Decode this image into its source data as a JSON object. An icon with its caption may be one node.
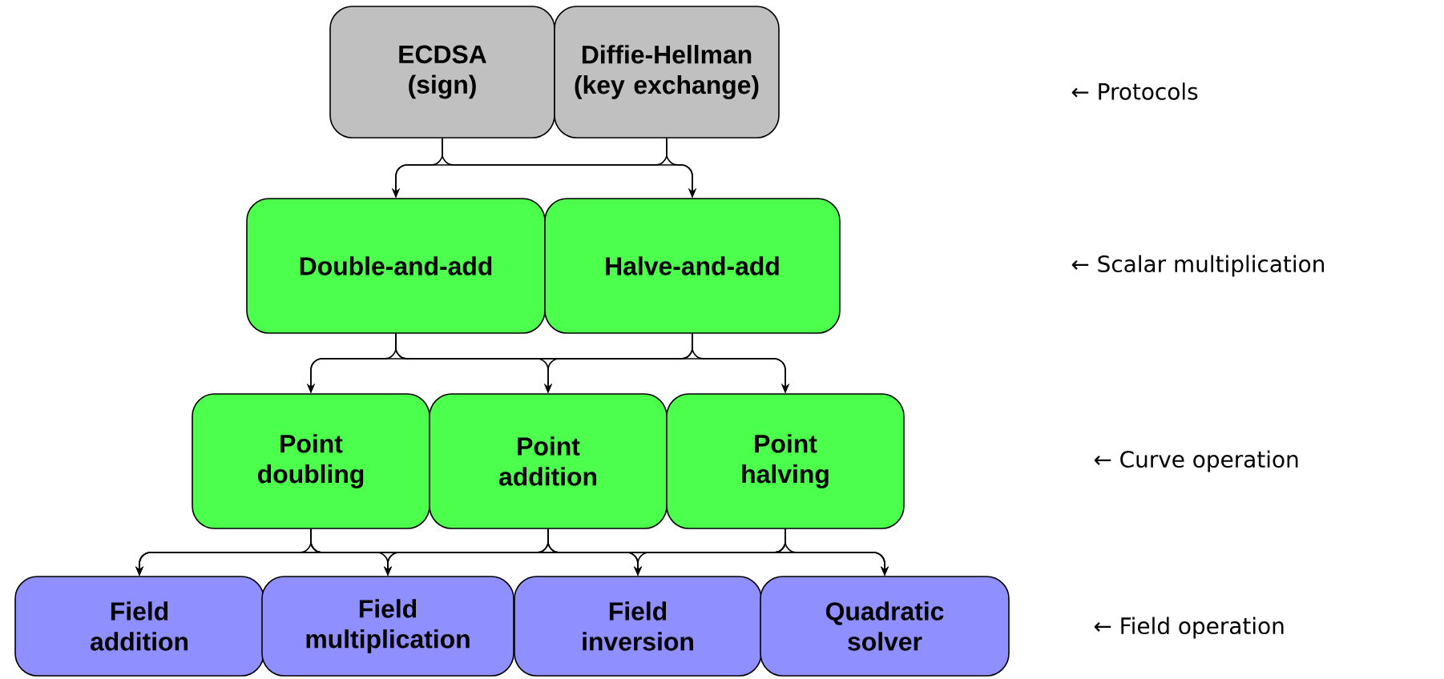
{
  "diagram": {
    "nodes": [
      {
        "text": [
          "ECDSA (sign)"
        ]
      },
      {
        "text": [
          "Diffie-Hellman (key exchange)"
        ]
      },
      {
        "text": [
          "Double-and-add"
        ]
      },
      {
        "text": [
          "Halve-and-add"
        ]
      },
      {
        "text": [
          "Point doubling"
        ]
      },
      {
        "text": [
          "Point addition"
        ]
      },
      {
        "text": [
          "Point halving"
        ]
      },
      {
        "text": [
          "Field addition"
        ]
      },
      {
        "text": [
          "Field multiplication"
        ]
      },
      {
        "text": [
          "Field inversion"
        ]
      },
      {
        "text": [
          "Quadratic solver"
        ]
      }
    ],
    "edges": [
      {
        "from": 0,
        "to": 2,
        "arrow": "to"
      },
      {
        "from": 0,
        "to": 3,
        "arrow": "to"
      },
      {
        "from": 1,
        "to": 2,
        "arrow": "to"
      },
      {
        "from": 1,
        "to": 3,
        "arrow": "to"
      },
      {
        "from": 2,
        "to": 4,
        "arrow": "to"
      },
      {
        "from": 2,
        "to": 5,
        "arrow": "to"
      },
      {
        "from": 2,
        "to": 6,
        "arrow": "to"
      },
      {
        "from": 3,
        "to": 4,
        "arrow": "to"
      },
      {
        "from": 3,
        "to": 5,
        "arrow": "to"
      },
      {
        "from": 3,
        "to": 6,
        "arrow": "to"
      },
      {
        "from": 4,
        "to": 7,
        "arrow": "to"
      },
      {
        "from": 4,
        "to": 8,
        "arrow": "to"
      },
      {
        "from": 4,
        "to": 9,
        "arrow": "to"
      },
      {
        "from": 4,
        "to": 10,
        "arrow": "to"
      },
      {
        "from": 5,
        "to": 7,
        "arrow": "to"
      },
      {
        "from": 5,
        "to": 8,
        "arrow": "to"
      },
      {
        "from": 5,
        "to": 9,
        "arrow": "to"
      },
      {
        "from": 5,
        "to": 10,
        "arrow": "to"
      },
      {
        "from": 6,
        "to": 7,
        "arrow": "to"
      },
      {
        "from": 6,
        "to": 8,
        "arrow": "to"
      },
      {
        "from": 6,
        "to": 9,
        "arrow": "to"
      },
      {
        "from": 6,
        "to": 10,
        "arrow": "to"
      }
    ],
    "labels": [
      "← Protocols",
      "← Scalar multiplication",
      "← Curve operation",
      "← Field operation"
    ]
  }
}
